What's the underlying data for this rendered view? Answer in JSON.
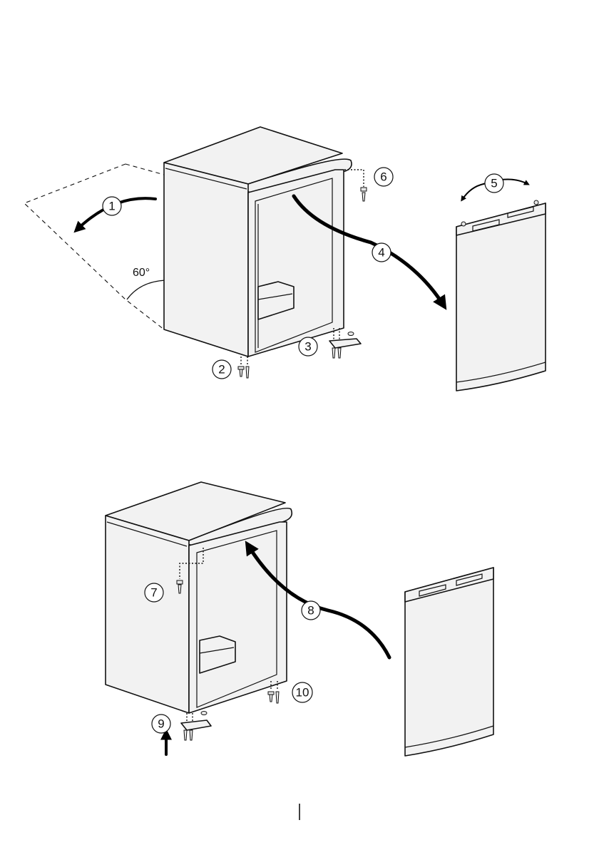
{
  "angle_label": "60°",
  "steps": [
    {
      "label": "1"
    },
    {
      "label": "2"
    },
    {
      "label": "3"
    },
    {
      "label": "4"
    },
    {
      "label": "5"
    },
    {
      "label": "6"
    },
    {
      "label": "7"
    },
    {
      "label": "8"
    },
    {
      "label": "9"
    },
    {
      "label": "10"
    }
  ]
}
